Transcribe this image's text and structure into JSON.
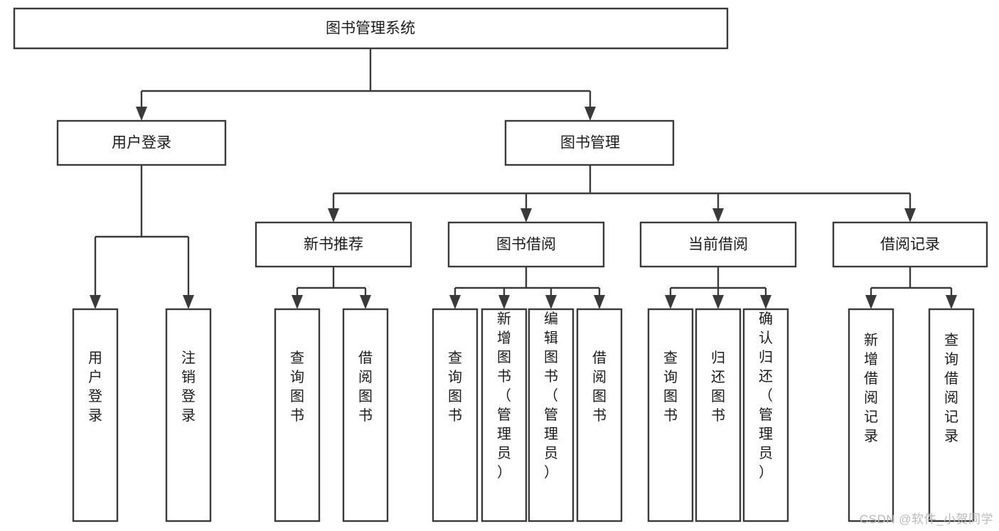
{
  "diagram": {
    "type": "tree-flowchart",
    "title_node": "图书管理系统",
    "watermark": "CSDN @软件_小贺同学",
    "colors": {
      "background": "#ffffff",
      "box_fill": "#ffffff",
      "box_stroke": "#3a3a3a",
      "connector": "#3a3a3a",
      "text": "#1b1b1b",
      "watermark": "#b9b9b9"
    },
    "nodes": {
      "root": {
        "label": "图书管理系统",
        "orientation": "horizontal"
      },
      "level2": [
        {
          "label": "用户登录",
          "orientation": "horizontal"
        },
        {
          "label": "图书管理",
          "orientation": "horizontal"
        }
      ],
      "level3": [
        {
          "label": "新书推荐",
          "orientation": "horizontal"
        },
        {
          "label": "图书借阅",
          "orientation": "horizontal"
        },
        {
          "label": "当前借阅",
          "orientation": "horizontal"
        },
        {
          "label": "借阅记录",
          "orientation": "horizontal"
        }
      ],
      "leaves": {
        "user_login": [
          {
            "label": "用户登录",
            "orientation": "vertical"
          },
          {
            "label": "注销登录",
            "orientation": "vertical"
          }
        ],
        "new_book_recommend": [
          {
            "label": "查询图书",
            "orientation": "vertical"
          },
          {
            "label": "借阅图书",
            "orientation": "vertical"
          }
        ],
        "book_borrow": [
          {
            "label": "查询图书",
            "orientation": "vertical"
          },
          {
            "label": "新增图书（管理员）",
            "orientation": "vertical"
          },
          {
            "label": "编辑图书（管理员）",
            "orientation": "vertical"
          },
          {
            "label": "借阅图书",
            "orientation": "vertical"
          }
        ],
        "current_borrow": [
          {
            "label": "查询图书",
            "orientation": "vertical"
          },
          {
            "label": "归还图书",
            "orientation": "vertical"
          },
          {
            "label": "确认归还（管理员）",
            "orientation": "vertical"
          }
        ],
        "borrow_record": [
          {
            "label": "新增借阅记录",
            "orientation": "vertical"
          },
          {
            "label": "查询借阅记录",
            "orientation": "vertical"
          }
        ]
      }
    },
    "edges": [
      {
        "from": "图书管理系统",
        "to": "用户登录"
      },
      {
        "from": "图书管理系统",
        "to": "图书管理"
      },
      {
        "from": "用户登录",
        "to": "用户登录"
      },
      {
        "from": "用户登录",
        "to": "注销登录"
      },
      {
        "from": "图书管理",
        "to": "新书推荐"
      },
      {
        "from": "图书管理",
        "to": "图书借阅"
      },
      {
        "from": "图书管理",
        "to": "当前借阅"
      },
      {
        "from": "图书管理",
        "to": "借阅记录"
      },
      {
        "from": "新书推荐",
        "to": "查询图书"
      },
      {
        "from": "新书推荐",
        "to": "借阅图书"
      },
      {
        "from": "图书借阅",
        "to": "查询图书"
      },
      {
        "from": "图书借阅",
        "to": "新增图书（管理员）"
      },
      {
        "from": "图书借阅",
        "to": "编辑图书（管理员）"
      },
      {
        "from": "图书借阅",
        "to": "借阅图书"
      },
      {
        "from": "当前借阅",
        "to": "查询图书"
      },
      {
        "from": "当前借阅",
        "to": "归还图书"
      },
      {
        "from": "当前借阅",
        "to": "确认归还（管理员）"
      },
      {
        "from": "借阅记录",
        "to": "新增借阅记录"
      },
      {
        "from": "借阅记录",
        "to": "查询借阅记录"
      }
    ]
  }
}
